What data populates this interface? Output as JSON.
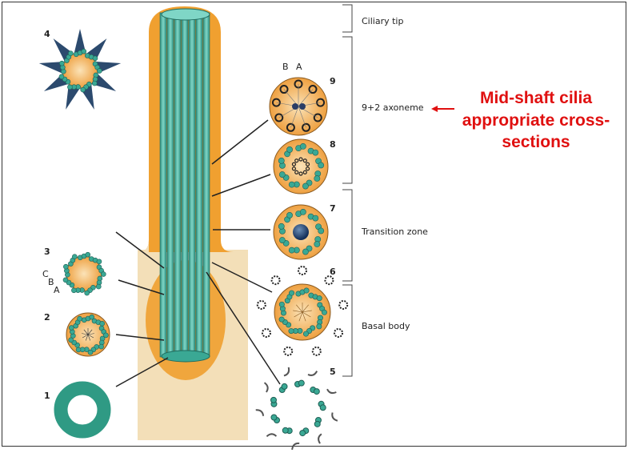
{
  "regions": [
    {
      "label": "Ciliary tip"
    },
    {
      "label": "9+2 axoneme"
    },
    {
      "label": "Transition zone"
    },
    {
      "label": "Basal body"
    }
  ],
  "section_numbers": [
    "1",
    "2",
    "3",
    "4",
    "5",
    "6",
    "7",
    "8",
    "9"
  ],
  "triplet_labels": {
    "a": "A",
    "b": "B",
    "c": "C"
  },
  "doublet_labels": {
    "a": "A",
    "b": "B"
  },
  "annotation": {
    "lines": [
      "Mid-shaft cilia",
      "appropriate cross-",
      "sections"
    ],
    "color": "#e01010"
  },
  "colors": {
    "membrane": "#f0a030",
    "microtubule": "#3aa894",
    "cytoplasm": "#f3dfb8"
  }
}
